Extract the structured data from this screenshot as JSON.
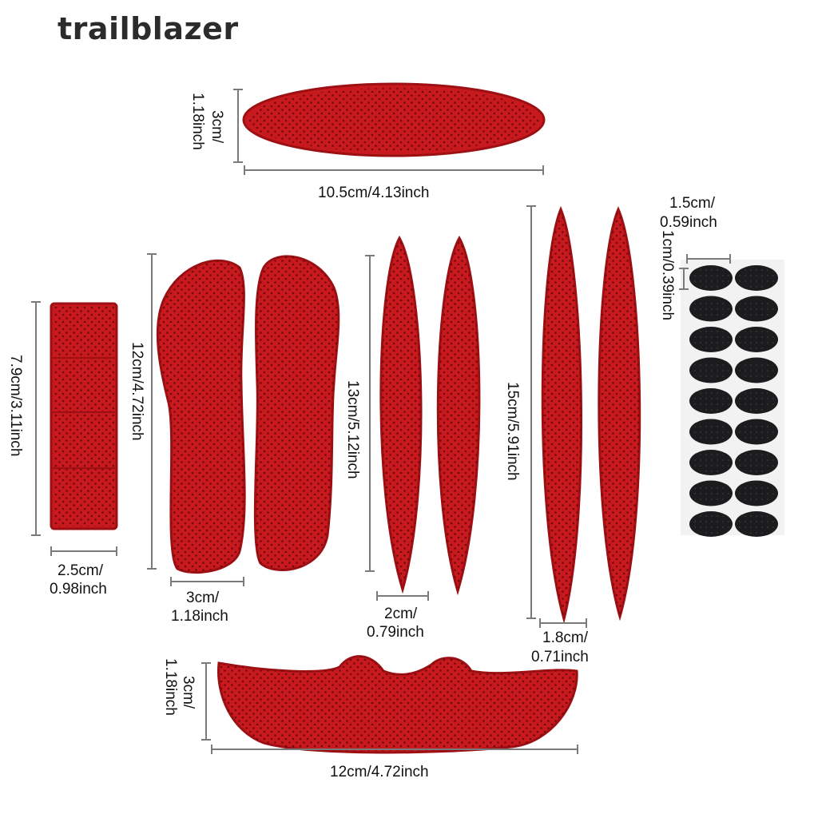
{
  "brand": "trailblazer",
  "colors": {
    "pad_fill": "#c8191e",
    "pad_edge": "#9c1014",
    "perforation": "#6e0a0d",
    "dot_fill": "#1c1c1e",
    "dim_line": "#7a7a7a"
  },
  "labels": {
    "top_pad_height_1": "3cm/",
    "top_pad_height_2": "1.18inch",
    "top_pad_width": "10.5cm/4.13inch",
    "strip_height": "7.9cm/3.11inch",
    "strip_width_1": "2.5cm/",
    "strip_width_2": "0.98inch",
    "shaped_height": "12cm/4.72inch",
    "shaped_width_1": "3cm/",
    "shaped_width_2": "1.18inch",
    "mid_height": "13cm/5.12inch",
    "mid_width_1": "2cm/",
    "mid_width_2": "0.79inch",
    "tall_height": "15cm/5.91inch",
    "tall_width_1": "1.8cm/",
    "tall_width_2": "0.71inch",
    "dot_width_1": "1.5cm/",
    "dot_width_2": "0.59inch",
    "dot_height": "1cm/0.39inch",
    "bottom_pad_height_1": "3cm/",
    "bottom_pad_height_2": "1.18inch",
    "bottom_pad_width": "12cm/4.72inch"
  }
}
